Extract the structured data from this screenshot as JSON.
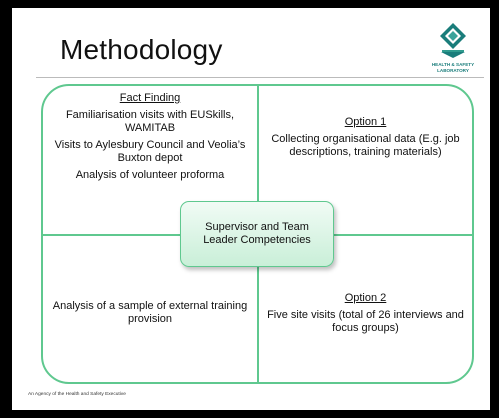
{
  "title": "Methodology",
  "logo": {
    "line1": "HEALTH & SAFETY",
    "line2": "LABORATORY",
    "accent_color": "#1a7d7b"
  },
  "center": {
    "text": "Supervisor and Team Leader Competencies"
  },
  "quadrants": {
    "top_left": {
      "heading": "Fact Finding",
      "items": [
        "Familiarisation visits with EUSkills, WAMITAB",
        "Visits to Aylesbury Council and Veolia’s Buxton depot",
        "Analysis of volunteer proforma"
      ]
    },
    "top_right": {
      "heading": "Option 1",
      "text": "Collecting organisational data (E.g. job descriptions, training materials)"
    },
    "bottom_left": {
      "text": "Analysis of a sample of external training provision"
    },
    "bottom_right": {
      "heading": "Option 2",
      "text": "Five site visits  (total of 26 interviews and focus groups)"
    }
  },
  "footer": "An Agency of the Health and Safety Executive",
  "colors": {
    "grid_line": "#5fc88f",
    "center_fill_top": "#f1fbf5",
    "center_fill_bottom": "#c9efd8"
  }
}
